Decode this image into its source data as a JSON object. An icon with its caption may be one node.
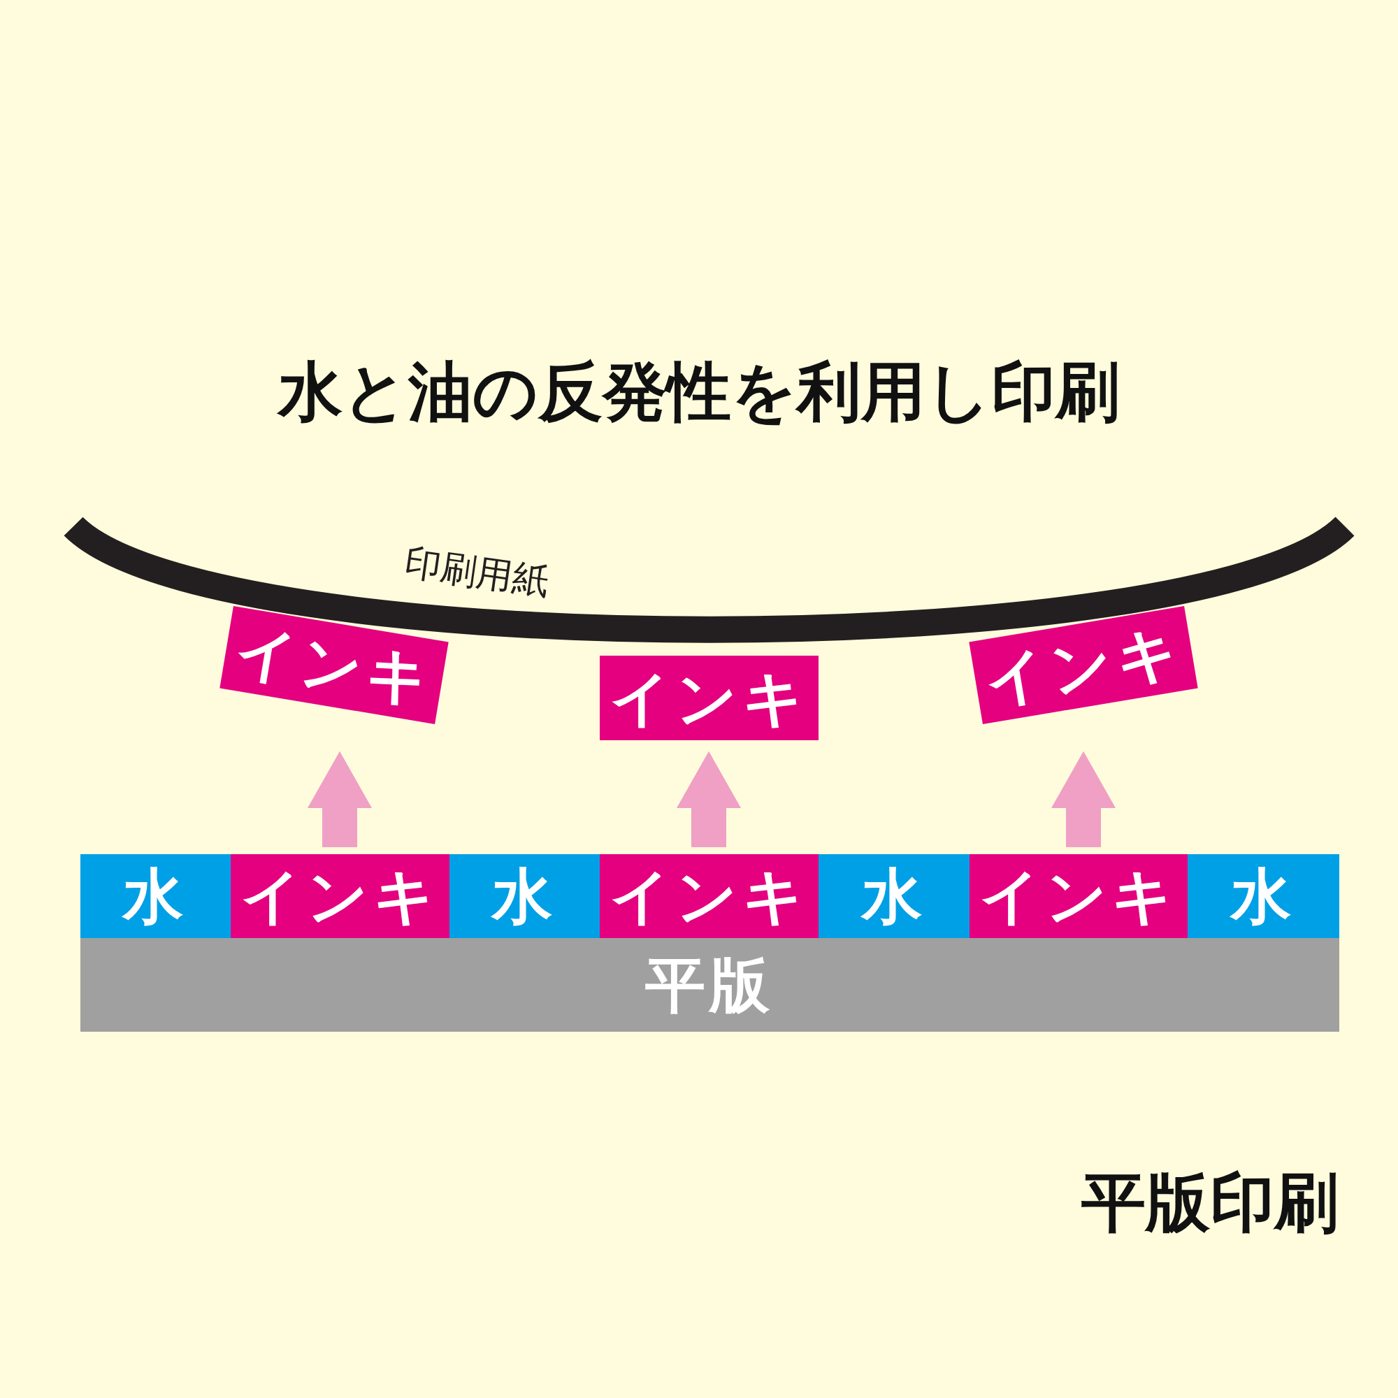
{
  "diagram": {
    "title": "水と油の反発性を利用し印刷",
    "nodes": [
      {
        "text": [
          "印刷用紙"
        ]
      },
      {
        "text": [
          "インキ"
        ]
      },
      {
        "text": [
          "インキ"
        ]
      },
      {
        "text": [
          "インキ"
        ]
      },
      {
        "text": [
          "水"
        ]
      },
      {
        "text": [
          "インキ"
        ]
      },
      {
        "text": [
          "水"
        ]
      },
      {
        "text": [
          "インキ"
        ]
      },
      {
        "text": [
          "水"
        ]
      },
      {
        "text": [
          "インキ"
        ]
      },
      {
        "text": [
          "水"
        ]
      },
      {
        "text": [
          "平版"
        ]
      }
    ],
    "edges": [
      {
        "from": 5,
        "to": 1,
        "arrow": "to"
      },
      {
        "from": 7,
        "to": 2,
        "arrow": "to"
      },
      {
        "from": 9,
        "to": 3,
        "arrow": "to"
      }
    ],
    "labels": [
      "平版印刷"
    ]
  }
}
